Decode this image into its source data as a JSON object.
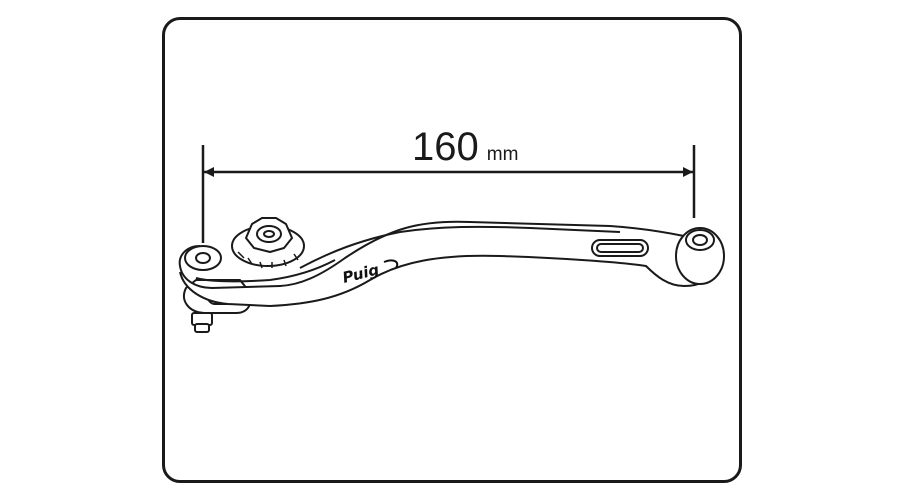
{
  "dimension": {
    "value": "160",
    "unit": "mm"
  },
  "lever": {
    "brand": "Puig"
  },
  "colors": {
    "outline": "#1a1a1a",
    "lever_fill": "#ffffff"
  }
}
